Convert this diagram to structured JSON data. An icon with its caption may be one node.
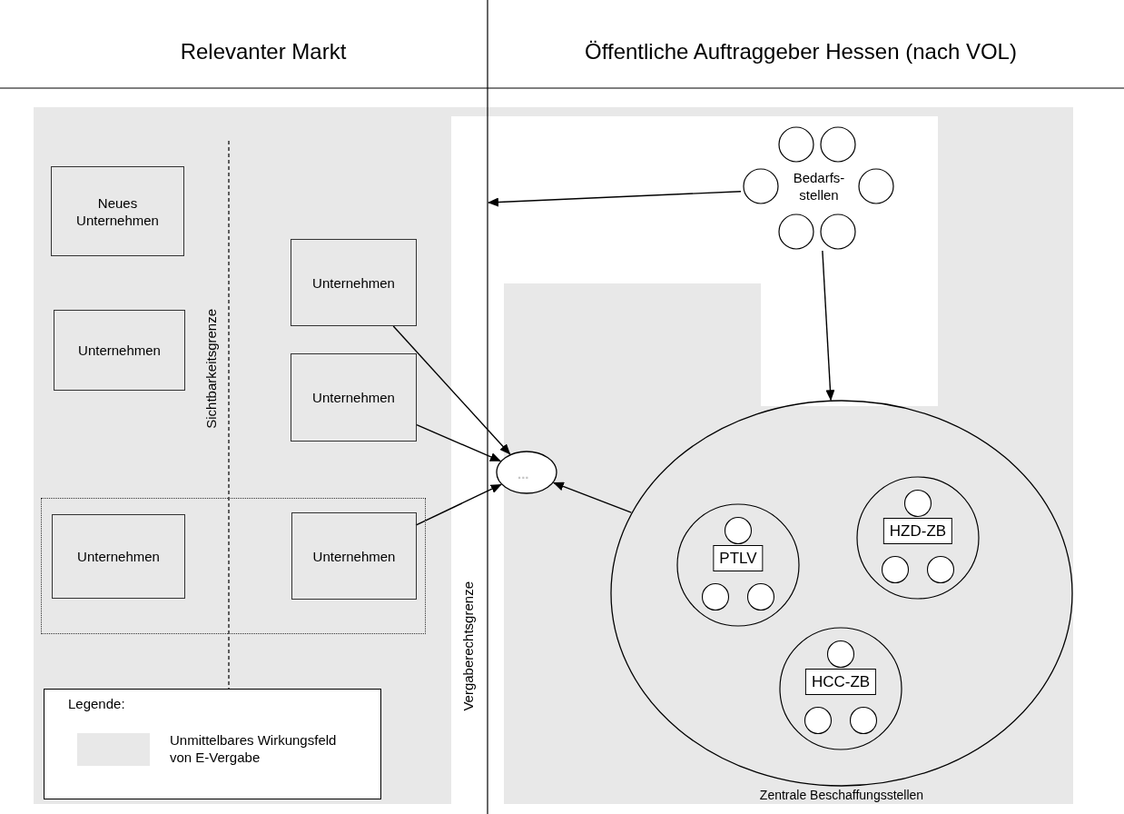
{
  "diagram": {
    "nodes": [
      {
        "text": [
          "Neues Unternehmen"
        ]
      },
      {
        "text": [
          "Unternehmen"
        ]
      },
      {
        "text": [
          "Unternehmen"
        ]
      },
      {
        "text": [
          "Unternehmen"
        ]
      },
      {
        "text": [],
        "shape": "box"
      },
      {
        "text": [
          "Unternehmen"
        ],
        "in": 4
      },
      {
        "text": [
          "Unternehmen"
        ],
        "in": 4
      },
      {
        "text": [
          "..."
        ]
      },
      {
        "text": [
          "Bedarfs- stellen"
        ]
      },
      {
        "text": [
          "Zentrale Beschaffungsstellen"
        ]
      },
      {
        "text": [
          "PTLV"
        ],
        "in": 9
      },
      {
        "text": [
          "HZD-ZB"
        ],
        "in": 9
      },
      {
        "text": [
          "HCC-ZB"
        ],
        "in": 9
      }
    ],
    "edges": [
      {
        "from": 2,
        "to": 7,
        "arrow": "to"
      },
      {
        "from": 3,
        "to": 7,
        "arrow": "to"
      },
      {
        "from": 6,
        "to": 7,
        "arrow": "to"
      },
      {
        "from": 9,
        "to": 7,
        "arrow": "to"
      },
      {
        "from": 8,
        "to": null,
        "arrow": "to"
      },
      {
        "from": 8,
        "to": 9,
        "arrow": "to"
      }
    ],
    "labels": [
      "Relevanter Markt",
      "Öffentliche Auftraggeber Hessen (nach VOL)",
      "Sichtbarkeitsgrenze",
      "Vergaberechtsgrenze",
      "Legende:"
    ],
    "legend": [
      {
        "text": "Unmittelbares Wirkungsfeld von E-Vergabe",
        "color": "#e8e8e8"
      }
    ]
  }
}
